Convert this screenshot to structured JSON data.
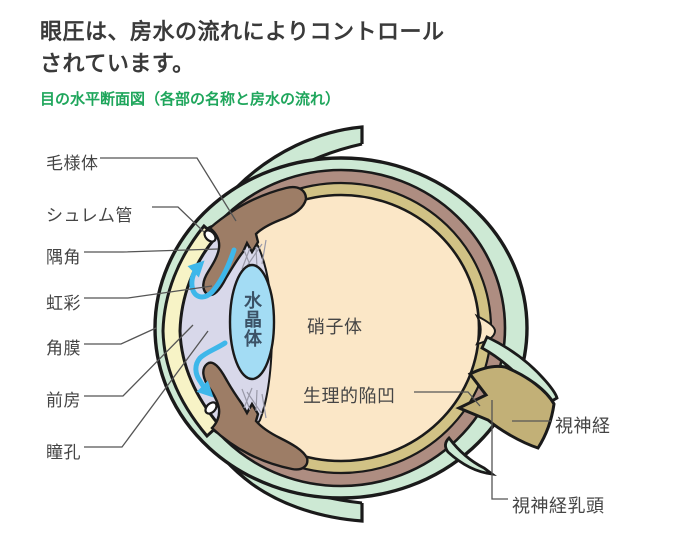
{
  "title": {
    "line1": "眼圧は、房水の流れによりコントロール",
    "line2": "されています。"
  },
  "subtitle": "目の水平断面図（各部の名称と房水の流れ）",
  "labels": {
    "ciliary_body": "毛様体",
    "schlemm_canal": "シュレム管",
    "angle": "隅角",
    "iris": "虹彩",
    "cornea": "角膜",
    "anterior_chamber": "前房",
    "pupil": "瞳孔",
    "lens": "水晶体",
    "vitreous_body": "硝子体",
    "physiologic_cup": "生理的陥凹",
    "optic_nerve": "視神経",
    "optic_disc": "視神経乳頭"
  },
  "colors": {
    "outline": "#1a1a1a",
    "sclera_green": "#cde9d4",
    "choroid_mauve": "#ae8d81",
    "retina_khaki": "#d1c285",
    "vitreous_peach": "#fbe7c7",
    "cornea_yellow": "#f7f3c6",
    "chamber_lavender": "#d8d8ea",
    "iris_brown": "#9d7d66",
    "lens_blue": "#a3dcf4",
    "lens_text": "#3b5266",
    "flow_arrow_blue": "#3eb7ea",
    "optic_nerve_tan": "#c2b077",
    "canal_white": "#ffffff",
    "zonule_gray": "#9999a8",
    "pointer_line": "#555555",
    "label_text": "#454545",
    "title_text": "#3a3a3a",
    "subtitle_green": "#1fa65c"
  }
}
